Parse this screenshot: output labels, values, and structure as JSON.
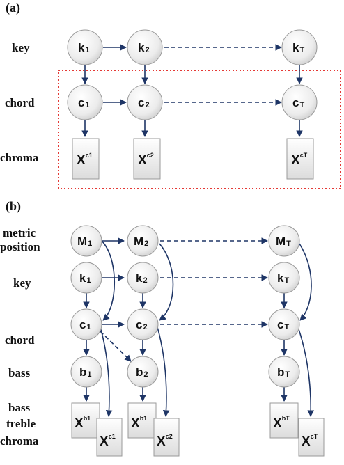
{
  "panel_a": {
    "label": "(a)",
    "rows": {
      "key": "key",
      "chord": "chord",
      "chroma": "chroma"
    },
    "nodes": {
      "k1": {
        "base": "k",
        "sub": "1"
      },
      "k2": {
        "base": "k",
        "sub": "2"
      },
      "kT": {
        "base": "k",
        "sub": "T"
      },
      "c1": {
        "base": "c",
        "sub": "1"
      },
      "c2": {
        "base": "c",
        "sub": "2"
      },
      "cT": {
        "base": "c",
        "sub": "T"
      },
      "x1": {
        "base": "X",
        "sup": "c1"
      },
      "x2": {
        "base": "X",
        "sup": "c2"
      },
      "xT": {
        "base": "X",
        "sup": "cT"
      }
    }
  },
  "panel_b": {
    "label": "(b)",
    "rows": {
      "metric": [
        "metric",
        "position"
      ],
      "key": "key",
      "chord": "chord",
      "bass": "bass",
      "obs": [
        "bass",
        "treble",
        "chroma"
      ]
    },
    "nodes": {
      "M1": {
        "base": "M",
        "sub": "1"
      },
      "M2": {
        "base": "M",
        "sub": "2"
      },
      "MT": {
        "base": "M",
        "sub": "T"
      },
      "k1": {
        "base": "k",
        "sub": "1"
      },
      "k2": {
        "base": "k",
        "sub": "2"
      },
      "kT": {
        "base": "k",
        "sub": "T"
      },
      "c1": {
        "base": "c",
        "sub": "1"
      },
      "c2": {
        "base": "c",
        "sub": "2"
      },
      "cT": {
        "base": "c",
        "sub": "T"
      },
      "b1": {
        "base": "b",
        "sub": "1"
      },
      "b2": {
        "base": "b",
        "sub": "2"
      },
      "bT": {
        "base": "b",
        "sub": "T"
      },
      "xb1": {
        "base": "X",
        "sup": "b1"
      },
      "xc1": {
        "base": "X",
        "sup": "c1"
      },
      "xb2": {
        "base": "X",
        "sup": "b1"
      },
      "xc2": {
        "base": "X",
        "sup": "c2"
      },
      "xbT": {
        "base": "X",
        "sup": "bT"
      },
      "xcT": {
        "base": "X",
        "sup": "cT"
      }
    }
  },
  "colors": {
    "edge": "#1e3566",
    "dotted_frame": "#e53935",
    "node_fill": "#f0f0f0",
    "node_stroke": "#9a9a9a"
  }
}
